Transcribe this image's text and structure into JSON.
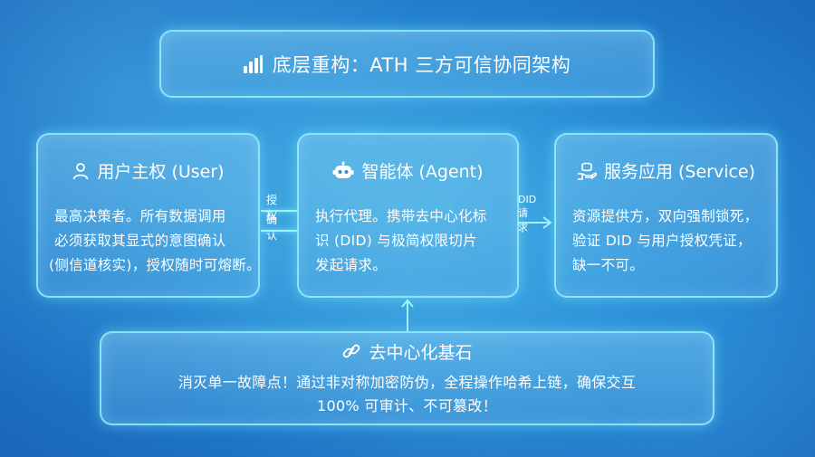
{
  "title": {
    "text": "底层重构：ATH 三方可信协同架构",
    "icon": "bar-chart-icon"
  },
  "nodes": {
    "user": {
      "icon": "person-icon",
      "title": "用户主权 (User)",
      "lines": [
        "最高决策者。所有数据调用",
        "必须获取其显式的意图确认",
        "(侧信道核实)，授权随时可熔断。"
      ]
    },
    "agent": {
      "icon": "robot-icon",
      "title": "智能体 (Agent)",
      "lines": [
        "执行代理。携带去中心化标",
        "识 (DID) 与极简权限切片",
        "发起请求。"
      ]
    },
    "service": {
      "icon": "service-hand-icon",
      "title": "服务应用 (Service)",
      "lines": [
        "资源提供方，双向强制锁死，",
        "验证 DID 与用户授权凭证，",
        "缺一不可。"
      ]
    }
  },
  "connectors": {
    "user_agent": {
      "label_top": "授权",
      "label_bottom": "确认"
    },
    "agent_service": {
      "label": "DID 请求"
    }
  },
  "base": {
    "icon": "chain-link-icon",
    "title": "去中心化基石",
    "lines": [
      "消灭单一故障点！通过非对称加密防伪，全程操作哈希上链，确保交互",
      "100% 可审计、不可篡改！"
    ]
  },
  "colors": {
    "accent_line": "#9ff3ff",
    "card_border": "#96f0ff",
    "text": "#ffffff"
  }
}
